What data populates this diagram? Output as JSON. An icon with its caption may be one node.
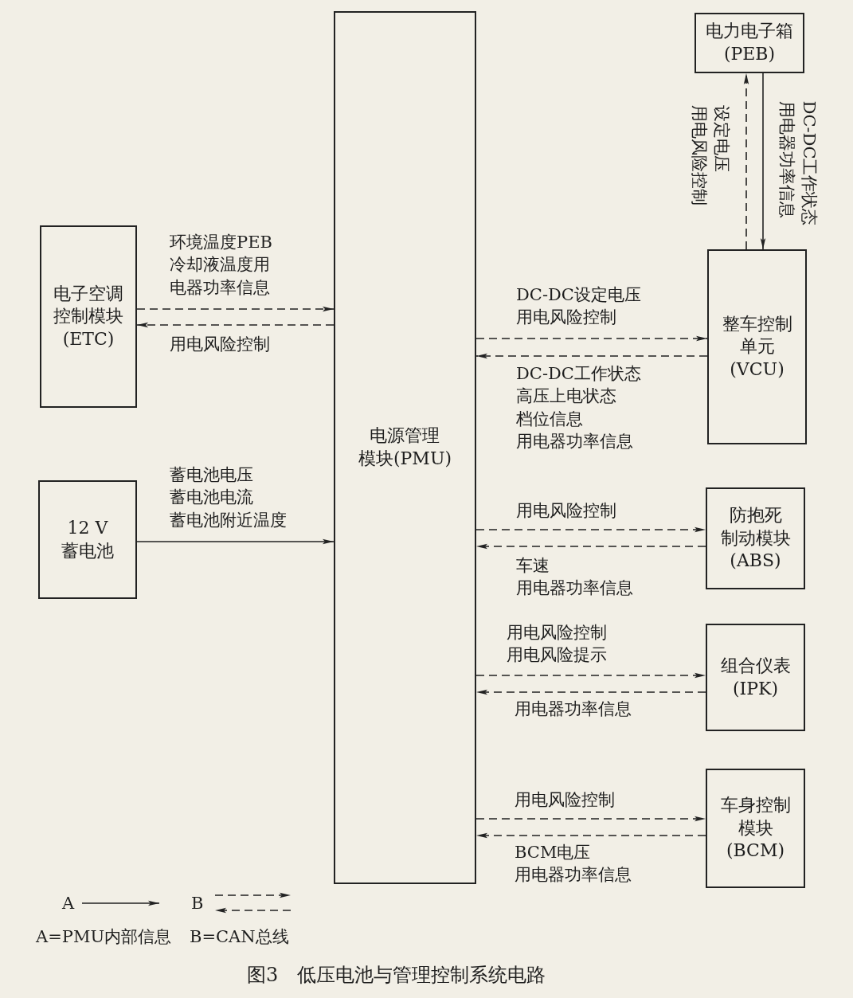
{
  "diagram": {
    "caption": "图3　低压电池与管理控制系统电路",
    "nodes": [
      {
        "text": [
          "电源管理模块(PMU)"
        ]
      },
      {
        "text": [
          "电子空调控制模块(ETC)"
        ]
      },
      {
        "text": [
          "12 V蓄电池"
        ]
      },
      {
        "text": [
          "电力电子箱(PEB)"
        ]
      },
      {
        "text": [
          "整车控制单元(VCU)"
        ]
      },
      {
        "text": [
          "防抱死制动模块(ABS)"
        ]
      },
      {
        "text": [
          "组合仪表(IPK)"
        ]
      },
      {
        "text": [
          "车身控制模块(BCM)"
        ]
      }
    ],
    "edges": [
      {
        "from": 1,
        "to": 0,
        "arrow": "to",
        "style": "dashed",
        "label": "环境温度PEB冷却液温度用电器功率信息"
      },
      {
        "from": 0,
        "to": 1,
        "arrow": "to",
        "style": "dashed",
        "label": "用电风险控制"
      },
      {
        "from": 2,
        "to": 0,
        "arrow": "to",
        "label": "蓄电池电压蓄电池电流蓄电池附近温度"
      },
      {
        "from": 0,
        "to": 4,
        "arrow": "to",
        "style": "dashed",
        "label": "DC-DC设定电压用电风险控制"
      },
      {
        "from": 4,
        "to": 0,
        "arrow": "to",
        "style": "dashed",
        "label": "DC-DC工作状态高压上电状态档位信息用电器功率信息"
      },
      {
        "from": 4,
        "to": 3,
        "arrow": "to",
        "style": "dashed",
        "label": "设定电压用电风险控制"
      },
      {
        "from": 3,
        "to": 4,
        "arrow": "to",
        "label": "DC-DC工作状态用电器功率信息"
      },
      {
        "from": 0,
        "to": 5,
        "arrow": "to",
        "style": "dashed",
        "label": "用电风险控制"
      },
      {
        "from": 5,
        "to": 0,
        "arrow": "to",
        "style": "dashed",
        "label": "车速用电器功率信息"
      },
      {
        "from": 0,
        "to": 6,
        "arrow": "to",
        "style": "dashed",
        "label": "用电风险控制用电风险提示"
      },
      {
        "from": 6,
        "to": 0,
        "arrow": "to",
        "style": "dashed",
        "label": "用电器功率信息"
      },
      {
        "from": 0,
        "to": 7,
        "arrow": "to",
        "style": "dashed",
        "label": "用电风险控制"
      },
      {
        "from": 7,
        "to": 0,
        "arrow": "to",
        "style": "dashed",
        "label": "BCM电压用电器功率信息"
      }
    ],
    "labels": [
      "A",
      "B"
    ],
    "legend": [
      {
        "text": "A=PMU内部信息"
      },
      {
        "text": "B=CAN总线"
      }
    ]
  }
}
